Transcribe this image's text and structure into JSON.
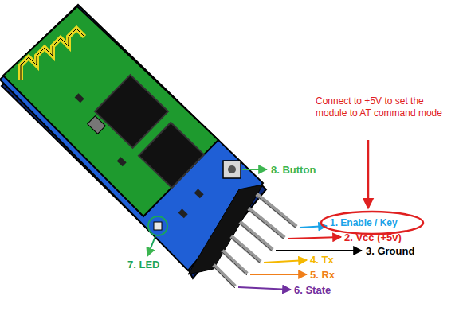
{
  "diagram": {
    "labels": [
      "Connect to +5V to set the module to AT command mode",
      "8. Button",
      "1. Enable / Key",
      "2. Vcc (+5v)",
      "3. Ground",
      "4. Tx",
      "5. Rx",
      "6. State",
      "7. LED"
    ]
  }
}
